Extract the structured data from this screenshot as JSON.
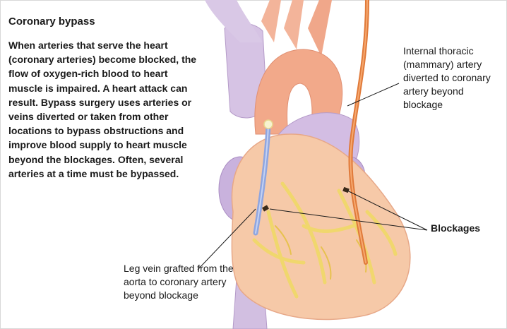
{
  "title": "Coronary bypass",
  "description": "When arteries that serve the heart (coronary arteries) become blocked, the flow of oxygen-rich blood to heart muscle is impaired. A heart attack can result. Bypass surgery uses arteries or veins diverted or taken from other locations to bypass obstructions and improve blood supply to heart muscle beyond the blockages. Often, several arteries at a time must be bypassed.",
  "labels": {
    "thoracic_artery": "Internal thoracic (mammary) artery diverted to coronary artery beyond blockage",
    "blockages": "Blockages",
    "leg_vein": "Leg vein grafted from the aorta to coronary artery beyond blockage"
  },
  "colors": {
    "heart_muscle": "#f6c9a8",
    "vessels_purple": "#cdb6dc",
    "aorta_arch": "#f2a98a",
    "coronary_yellow": "#f4e07a",
    "graft_vein": "#8fa6e0",
    "graft_artery": "#e07a3a"
  }
}
